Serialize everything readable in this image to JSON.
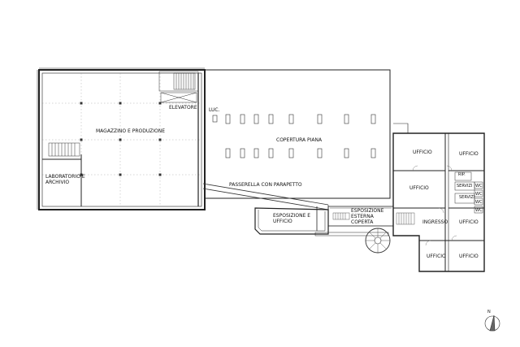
{
  "rooms": {
    "magazzino": "MAGAZZINO E PRODUZIONE",
    "elevatore": "ELEVATORE",
    "luc": "LUC.",
    "copertura": "COPERTURA PIANA",
    "laboratorio": "LABORATORIO E ARCHIVIO",
    "passerella": "PASSERELLA CON PARAPETTO",
    "esposizione_ufficio": "ESPOSIZIONE E UFFICIO",
    "esposizione_esterna": "ESPOSIZIONE ESTERNA COPERTA",
    "ufficio_1": "UFFICIO",
    "ufficio_2": "UFFICIO",
    "ufficio_3": "UFFICIO",
    "ufficio_4": "UFFICIO",
    "ufficio_5": "UFFICIO",
    "ufficio_6": "UFFICIO",
    "rip": "RIP.",
    "servizi_1": "SERVIZI",
    "servizi_2": "SERVIZI",
    "wc_1": "WC",
    "wc_2": "WC",
    "wc_3": "WC",
    "wc_4": "WC",
    "ingresso": "INGRESSO"
  },
  "north_label": "N"
}
